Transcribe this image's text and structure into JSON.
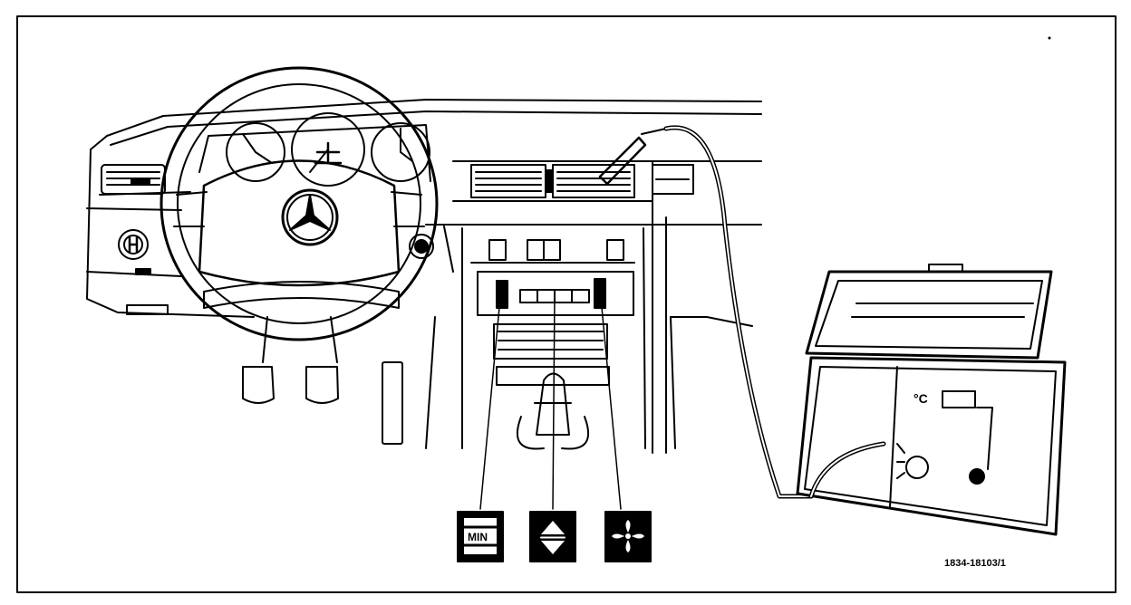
{
  "figure": {
    "reference_code": "1834-18103/1"
  },
  "controls": {
    "min_label": "MIN"
  },
  "tester": {
    "temperature_unit": "°C"
  }
}
